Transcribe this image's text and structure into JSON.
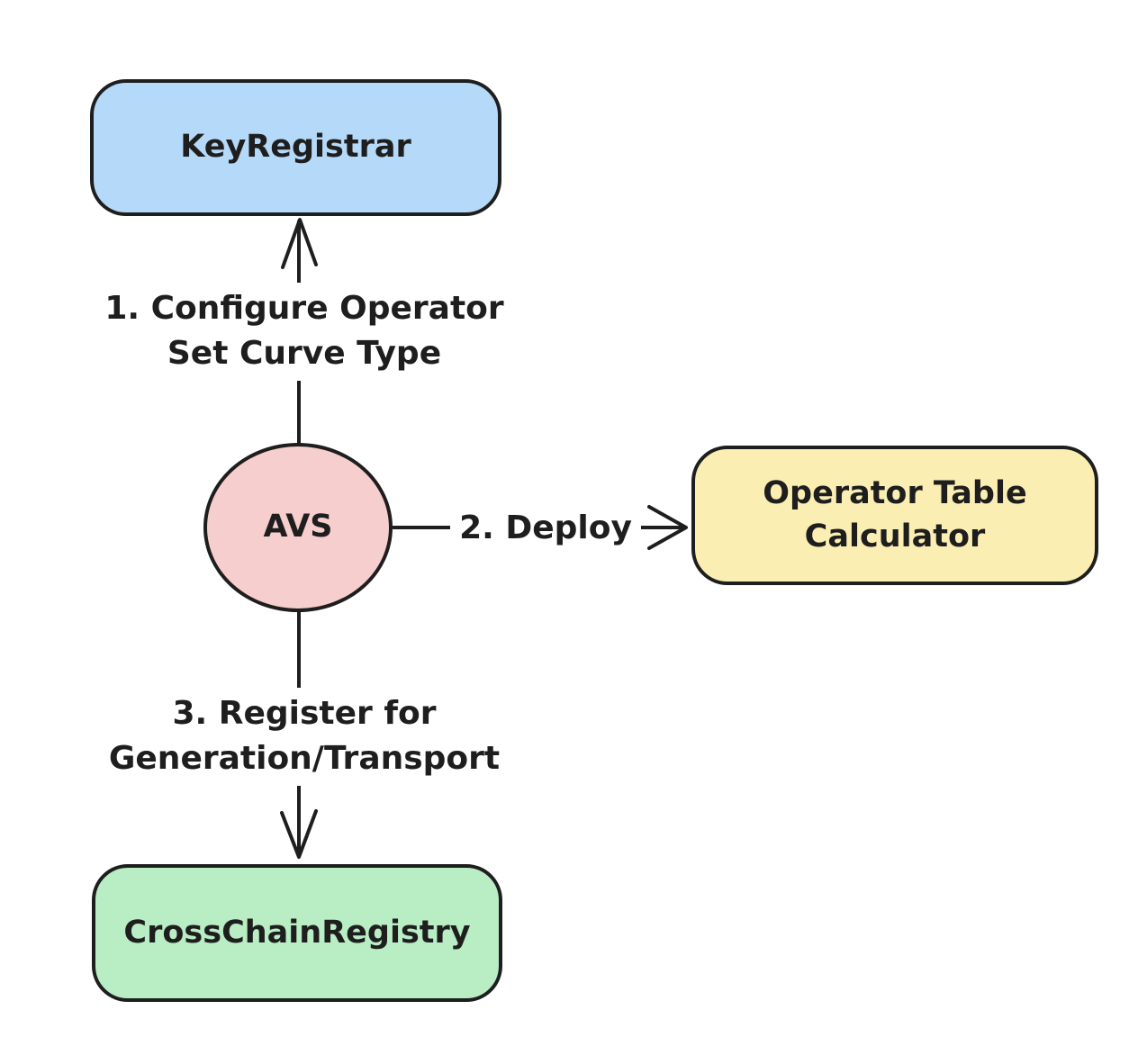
{
  "diagram": {
    "background_color": "#ffffff",
    "ink_color": "#1e1e1e",
    "nodes": [
      {
        "id": "keyRegistrar",
        "label": "KeyRegistrar",
        "shape": "rounded-rect",
        "fill": "#b5d9f8"
      },
      {
        "id": "avs",
        "label": "AVS",
        "shape": "ellipse",
        "fill": "#f6cecd"
      },
      {
        "id": "operatorTableCalculator",
        "label": "Operator Table\nCalculator",
        "shape": "rounded-rect",
        "fill": "#fbeeb3"
      },
      {
        "id": "crossChainRegistry",
        "label": "CrossChainRegistry",
        "shape": "rounded-rect",
        "fill": "#b9edc4"
      }
    ],
    "edges": [
      {
        "from": "AVS",
        "to": "KeyRegistrar",
        "label": "1. Configure Operator\nSet Curve Type",
        "direction": "up"
      },
      {
        "from": "AVS",
        "to": "Operator Table Calculator",
        "label": "2. Deploy",
        "direction": "right"
      },
      {
        "from": "AVS",
        "to": "CrossChainRegistry",
        "label": "3. Register for\nGeneration/Transport",
        "direction": "down"
      }
    ]
  }
}
